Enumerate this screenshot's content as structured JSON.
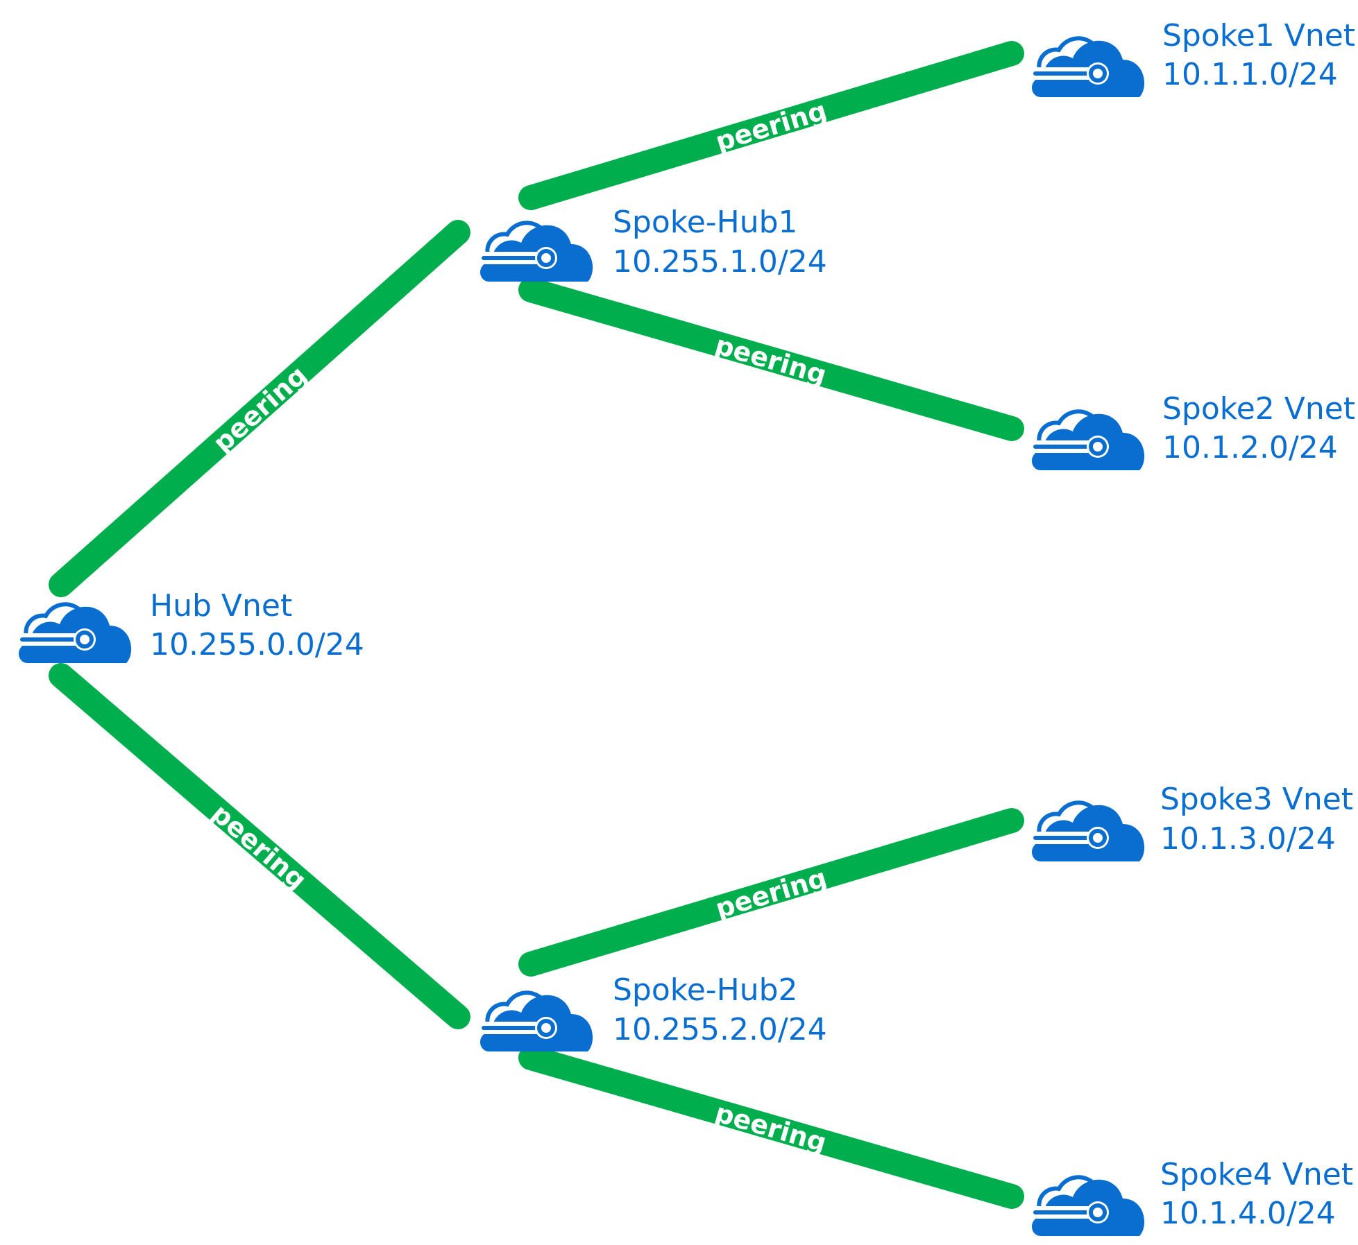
{
  "colors": {
    "link": "#00ae4d",
    "node": "#0a6ed1",
    "label": "#ffffff"
  },
  "icon": "virtual-network-cloud-icon",
  "nodes": {
    "hub": {
      "name": "Hub Vnet",
      "cidr": "10.255.0.0/24"
    },
    "spoke_hub1": {
      "name": "Spoke-Hub1",
      "cidr": "10.255.1.0/24"
    },
    "spoke_hub2": {
      "name": "Spoke-Hub2",
      "cidr": "10.255.2.0/24"
    },
    "spoke1": {
      "name": "Spoke1 Vnet",
      "cidr": "10.1.1.0/24"
    },
    "spoke2": {
      "name": "Spoke2 Vnet",
      "cidr": "10.1.2.0/24"
    },
    "spoke3": {
      "name": "Spoke3 Vnet",
      "cidr": "10.1.3.0/24"
    },
    "spoke4": {
      "name": "Spoke4 Vnet",
      "cidr": "10.1.4.0/24"
    }
  },
  "links": [
    {
      "from": "hub",
      "to": "spoke_hub1",
      "label": "peering"
    },
    {
      "from": "hub",
      "to": "spoke_hub2",
      "label": "peering"
    },
    {
      "from": "spoke_hub1",
      "to": "spoke1",
      "label": "peering"
    },
    {
      "from": "spoke_hub1",
      "to": "spoke2",
      "label": "peering"
    },
    {
      "from": "spoke_hub2",
      "to": "spoke3",
      "label": "peering"
    },
    {
      "from": "spoke_hub2",
      "to": "spoke4",
      "label": "peering"
    }
  ]
}
